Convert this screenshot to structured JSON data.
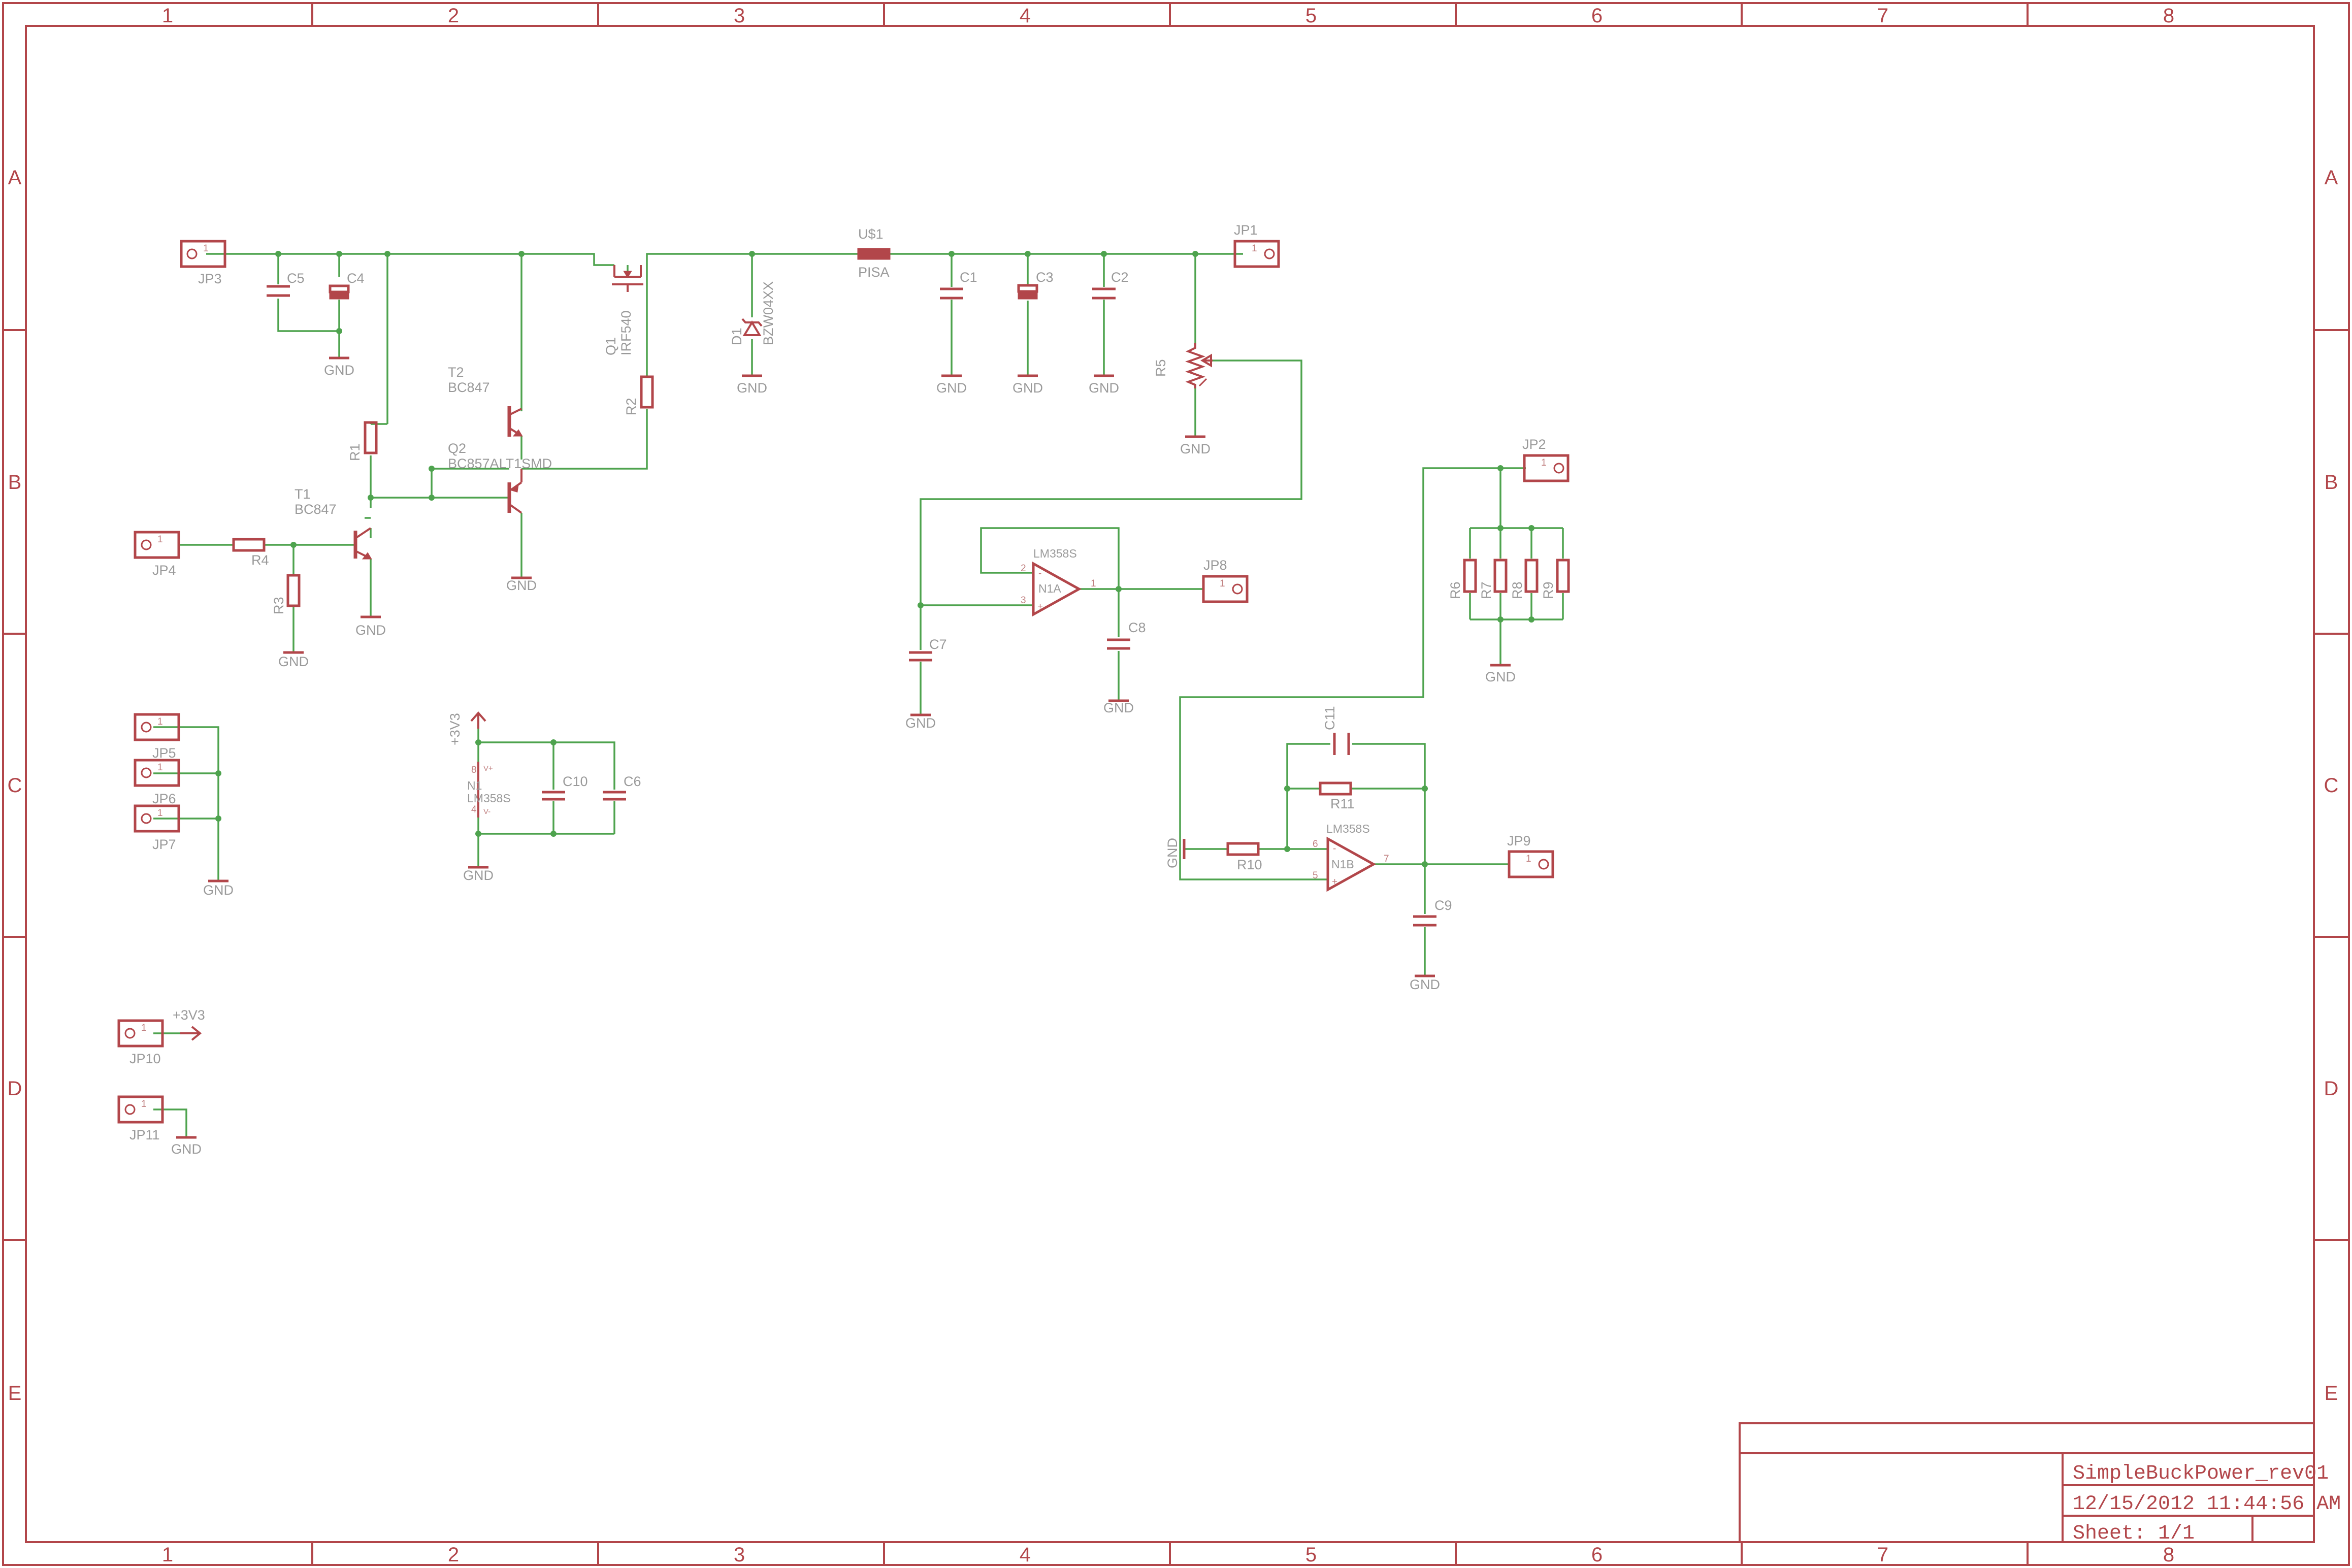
{
  "grid": {
    "columns": [
      "1",
      "2",
      "3",
      "4",
      "5",
      "6",
      "7",
      "8"
    ],
    "rows": [
      "A",
      "B",
      "C",
      "D",
      "E"
    ]
  },
  "title_block": {
    "name": "SimpleBuckPower_rev01",
    "date": "12/15/2012 11:44:56 AM",
    "sheet": "Sheet: 1/1"
  },
  "parts": {
    "jp3": "JP3",
    "jp1": "JP1",
    "jp2": "JP2",
    "jp4": "JP4",
    "jp5": "JP5",
    "jp6": "JP6",
    "jp7": "JP7",
    "jp8": "JP8",
    "jp9": "JP9",
    "jp10": "JP10",
    "jp11": "JP11",
    "c1": "C1",
    "c2": "C2",
    "c3": "C3",
    "c4": "C4",
    "c5": "C5",
    "c6": "C6",
    "c7": "C7",
    "c8": "C8",
    "c9": "C9",
    "c10": "C10",
    "c11": "C11",
    "r1": "R1",
    "r2": "R2",
    "r3": "R3",
    "r4": "R4",
    "r5": "R5",
    "r6": "R6",
    "r7": "R7",
    "r8": "R8",
    "r9": "R9",
    "r10": "R10",
    "r11": "R11",
    "t1": "T1",
    "t1_val": "BC847",
    "t2": "T2",
    "t2_val": "BC847",
    "q2": "Q2",
    "q2_val": "BC857ALT1SMD",
    "q1": "Q1",
    "q1_val": "IRF540",
    "d1": "D1",
    "d1_val": "BZW04XX",
    "u1": "U$1",
    "u1_val": "PISA",
    "n1a": "N1A",
    "n1b": "N1B",
    "n1": "N1",
    "lm358": "LM358S",
    "gnd": "GND",
    "v3v3": "+3V3",
    "pin1": "1",
    "pin2": "2",
    "pin3": "3",
    "pin4": "4",
    "pin5": "5",
    "pin6": "6",
    "pin7": "7",
    "pin8": "8",
    "v_plus": "V+",
    "v_minus": "V-"
  }
}
